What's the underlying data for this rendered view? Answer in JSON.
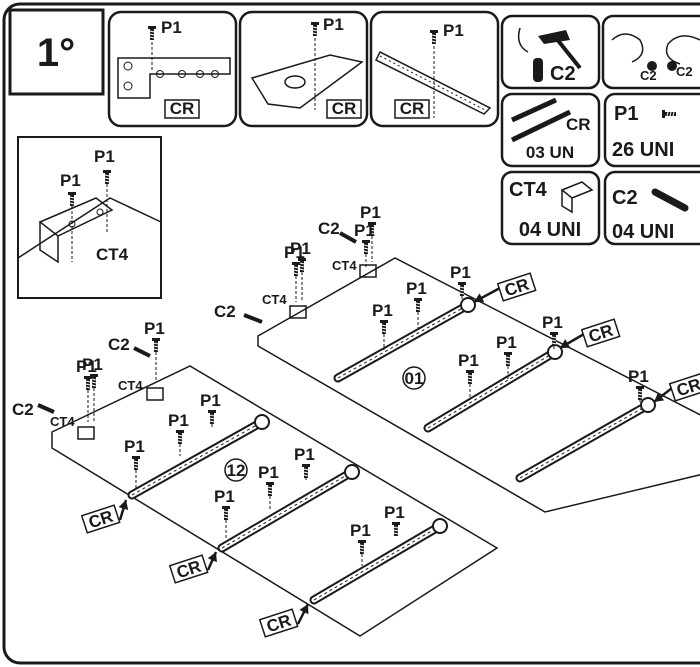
{
  "step": {
    "number": "1°"
  },
  "detail_panels": [
    {
      "screw_label": "P1",
      "part_label": "CR"
    },
    {
      "screw_label": "P1",
      "part_label": "CR"
    },
    {
      "screw_label": "P1",
      "part_label": "CR"
    },
    {
      "part_label": "C2"
    },
    {
      "left_label": "C2",
      "right_label": "C2"
    }
  ],
  "parts_list": [
    {
      "code": "CR",
      "qty": "03 UN"
    },
    {
      "code": "P1",
      "qty": "26 UNI"
    },
    {
      "code": "CT4",
      "qty": "04 UNI"
    },
    {
      "code": "C2",
      "qty": "04 UNI"
    }
  ],
  "inset": {
    "screw_label_1": "P1",
    "screw_label_2": "P1",
    "bracket_label": "CT4"
  },
  "panel_01": {
    "number": "01",
    "screw_labels": [
      "P1",
      "P1",
      "P1",
      "P1",
      "P1",
      "P1",
      "P1",
      "P1",
      "P1",
      "P1",
      "P1"
    ],
    "cam_labels": [
      "C2",
      "C2"
    ],
    "bracket_labels": [
      "CT4",
      "CT4"
    ],
    "rail_labels": [
      "CR",
      "CR",
      "CR"
    ]
  },
  "panel_12": {
    "number": "12",
    "screw_labels": [
      "P1",
      "P1",
      "P1",
      "P1",
      "P1",
      "P1",
      "P1",
      "P1",
      "P1",
      "P1",
      "P1"
    ],
    "cam_labels": [
      "C2",
      "C2"
    ],
    "bracket_labels": [
      "CT4",
      "CT4"
    ],
    "rail_labels": [
      "CR",
      "CR",
      "CR"
    ]
  }
}
